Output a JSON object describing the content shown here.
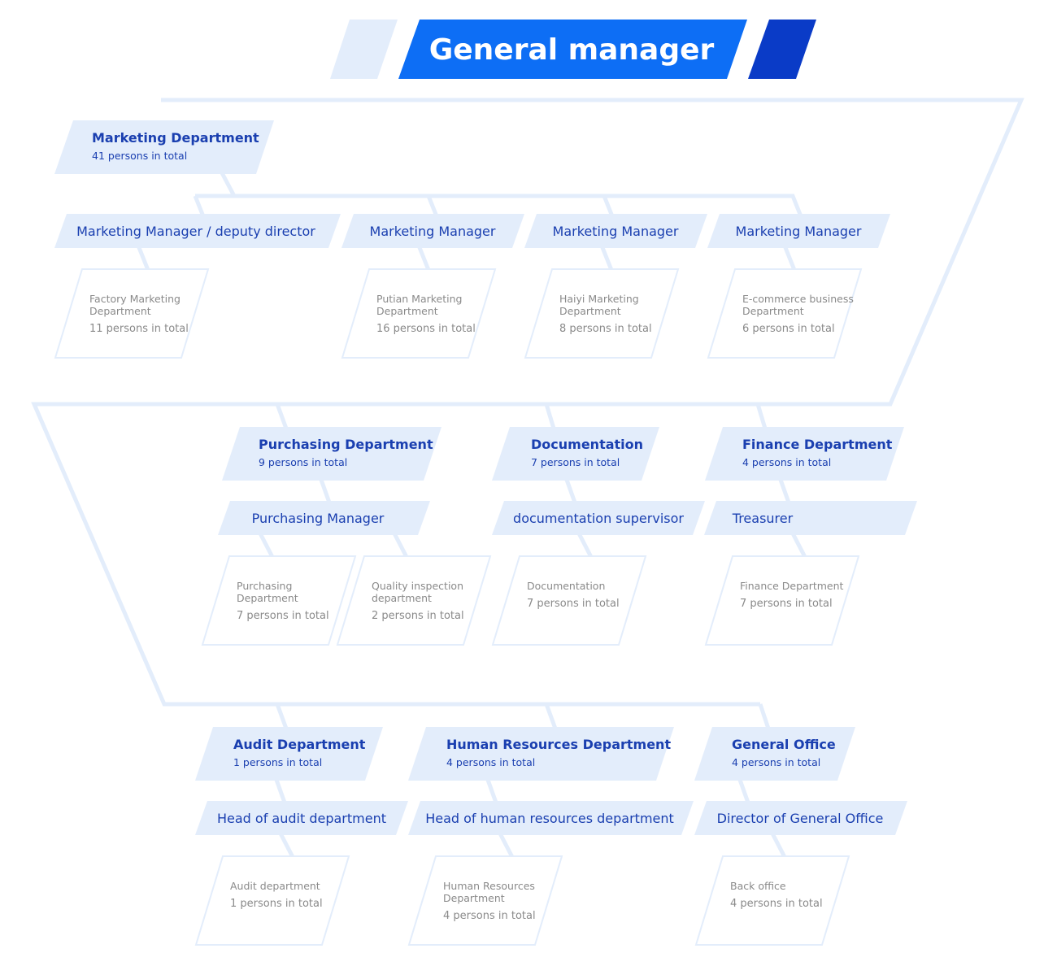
{
  "header": {
    "title": "General manager",
    "colors": {
      "primary": "#0d6ef5",
      "dark": "#0a3bc7",
      "light": "#e3edfb"
    }
  },
  "departments": [
    {
      "name": "Marketing Department",
      "count": "41 persons in total"
    },
    {
      "name": "Purchasing Department",
      "count": "9 persons in total"
    },
    {
      "name": "Documentation",
      "count": "7 persons in total"
    },
    {
      "name": "Finance Department",
      "count": "4 persons in total"
    },
    {
      "name": "Audit Department",
      "count": "1 persons in total"
    },
    {
      "name": "Human Resources Department",
      "count": "4 persons in total"
    },
    {
      "name": "General Office",
      "count": "4 persons in total"
    }
  ],
  "roles": [
    {
      "label": "Marketing Manager / deputy director"
    },
    {
      "label": "Marketing Manager"
    },
    {
      "label": "Marketing Manager"
    },
    {
      "label": "Marketing Manager"
    },
    {
      "label": "Purchasing Manager"
    },
    {
      "label": "documentation supervisor"
    },
    {
      "label": "Treasurer"
    },
    {
      "label": "Head of audit department"
    },
    {
      "label": "Head of human resources department"
    },
    {
      "label": "Director of General Office"
    }
  ],
  "units": [
    {
      "line1": "Factory Marketing",
      "line2": "Department",
      "count": "11 persons in total"
    },
    {
      "line1": "Putian Marketing",
      "line2": "Department",
      "count": "16 persons in total"
    },
    {
      "line1": "Haiyi Marketing",
      "line2": "Department",
      "count": "8 persons in total"
    },
    {
      "line1": "E-commerce business",
      "line2": "Department",
      "count": "6 persons in total"
    },
    {
      "line1": "Purchasing",
      "line2": "Department",
      "count": "7 persons in total"
    },
    {
      "line1": "Quality inspection",
      "line2": "department",
      "count": "2 persons in total"
    },
    {
      "line1": "Documentation",
      "line2": "",
      "count": "7 persons in total"
    },
    {
      "line1": "Finance Department",
      "line2": "",
      "count": "7 persons in total"
    },
    {
      "line1": "Audit department",
      "line2": "",
      "count": "1 persons in total"
    },
    {
      "line1": "Human Resources",
      "line2": "Department",
      "count": "4 persons in total"
    },
    {
      "line1": "Back office",
      "line2": "",
      "count": "4 persons in total"
    }
  ]
}
